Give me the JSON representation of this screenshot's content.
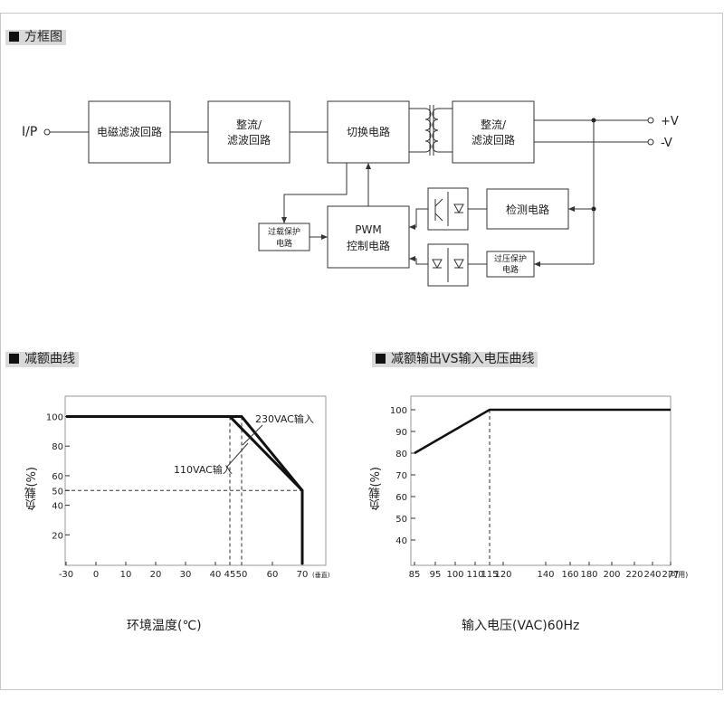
{
  "sections": {
    "block_diagram": "方框图",
    "derating_curve": "减额曲线",
    "output_vs_input": "减额输出VS输入电压曲线"
  },
  "block_diagram": {
    "input_label": "I/P",
    "emi_filter": "电磁滤波回路",
    "rectifier_line1": "整流/",
    "rectifier_line2": "滤波回路",
    "switching": "切换电路",
    "out_rect_line1": "整流/",
    "out_rect_line2": "滤波回路",
    "pos_output": "+V",
    "neg_output": "-V",
    "pwm_line1": "PWM",
    "pwm_line2": "控制电路",
    "overload_line1": "过载保护",
    "overload_line2": "电路",
    "detection": "检测电路",
    "overvoltage_line1": "过压保护",
    "overvoltage_line2": "电路"
  },
  "chart_data": [
    {
      "type": "line",
      "title": "减额曲线",
      "xlabel": "环境温度(℃)",
      "ylabel": "负载(%)",
      "x_ticks": [
        "-30",
        "0",
        "10",
        "20",
        "30",
        "40",
        "45",
        "50",
        "60",
        "70"
      ],
      "x_tick_values": [
        -30,
        0,
        10,
        20,
        30,
        40,
        45,
        50,
        60,
        70
      ],
      "x_unit_note": "(垂直)",
      "y_ticks": [
        "100",
        "80",
        "60",
        "50",
        "40",
        "20"
      ],
      "y_tick_values": [
        100,
        80,
        60,
        50,
        40,
        20
      ],
      "xlim": [
        -30,
        80
      ],
      "ylim": [
        0,
        110
      ],
      "series": [
        {
          "name": "230VAC输入",
          "x": [
            -30,
            50,
            70,
            70
          ],
          "y": [
            100,
            100,
            50,
            0
          ]
        },
        {
          "name": "110VAC输入",
          "x": [
            -30,
            45,
            70,
            70
          ],
          "y": [
            100,
            100,
            50,
            0
          ]
        }
      ],
      "reference_lines": {
        "vertical": [
          45,
          50
        ],
        "horizontal": [
          50
        ]
      },
      "annotations": [
        "230VAC输入",
        "110VAC输入"
      ]
    },
    {
      "type": "line",
      "title": "减额输出VS输入电压曲线",
      "xlabel": "输入电压(VAC)60Hz",
      "ylabel": "负载(%)",
      "x_ticks": [
        "85",
        "95",
        "100",
        "110",
        "115",
        "120",
        "140",
        "160",
        "180",
        "200",
        "220",
        "240",
        "277"
      ],
      "x_tick_values": [
        85,
        95,
        100,
        110,
        115,
        120,
        140,
        160,
        180,
        200,
        220,
        240,
        277
      ],
      "x_unit_note": "(可用)",
      "y_ticks": [
        "100",
        "90",
        "80",
        "70",
        "60",
        "50",
        "40"
      ],
      "y_tick_values": [
        100,
        90,
        80,
        70,
        60,
        50,
        40
      ],
      "ylim": [
        30,
        105
      ],
      "series": [
        {
          "x": [
            85,
            115,
            277
          ],
          "y": [
            80,
            100,
            100
          ]
        }
      ],
      "reference_lines": {
        "vertical": [
          115
        ]
      }
    }
  ]
}
